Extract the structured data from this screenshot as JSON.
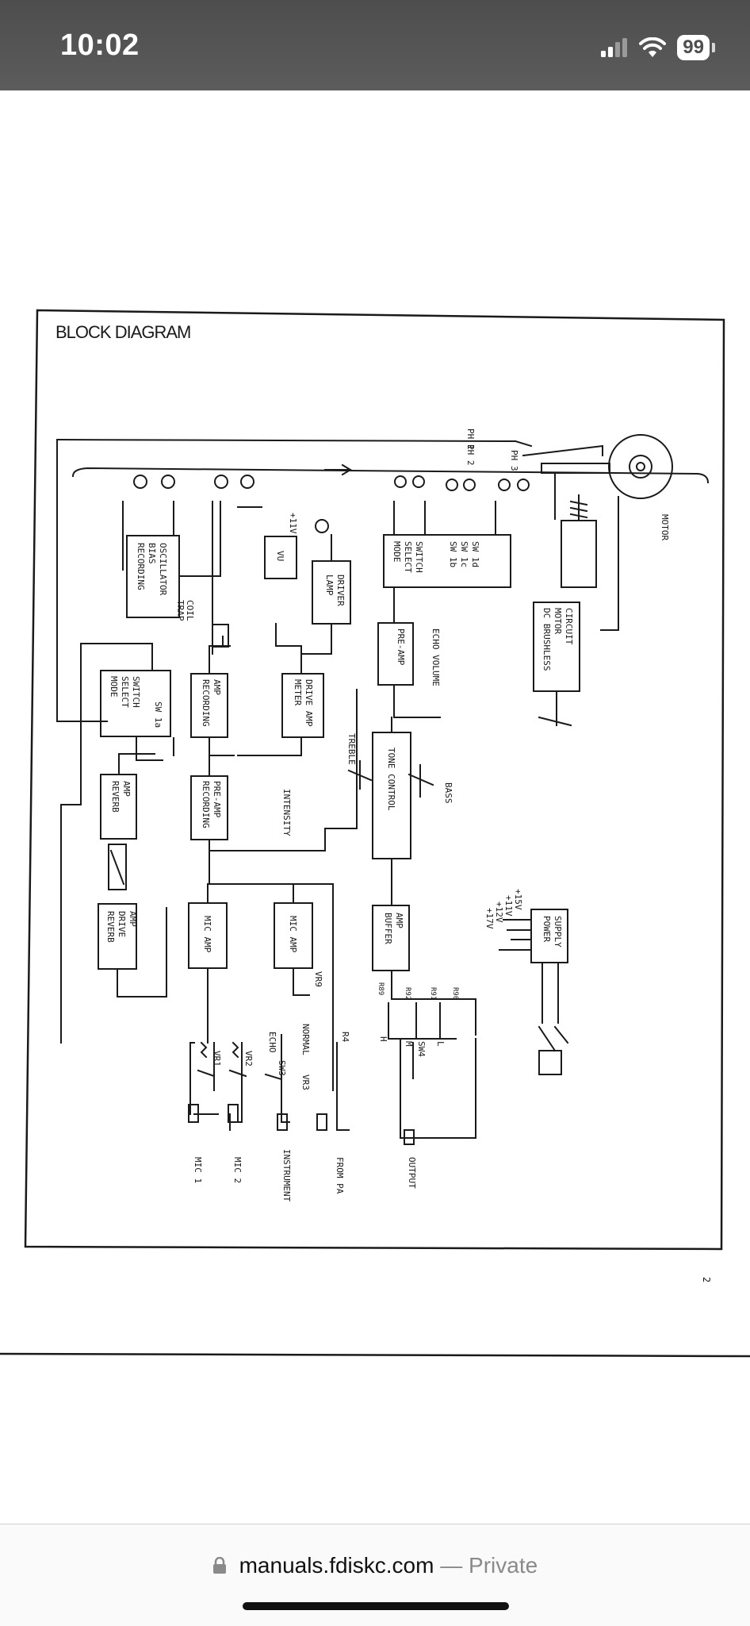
{
  "status_bar": {
    "time": "10:02",
    "battery": "99"
  },
  "document": {
    "title": "BLOCK DIAGRAM",
    "page_number": "2",
    "blocks": {
      "recording_bias_oscillator": [
        "RECORDING",
        "BIAS",
        "OSCILLATOR"
      ],
      "mode_select_switch_1a": [
        "MODE",
        "SELECT",
        "SWITCH"
      ],
      "sw1a": "SW 1a",
      "recording_amp": [
        "RECORDING",
        "AMP"
      ],
      "meter_drive_amp": [
        "METER",
        "DRIVE AMP"
      ],
      "lamp_driver": [
        "LAMP",
        "DRIVER"
      ],
      "vu": "VU",
      "mode_select_switch_main": [
        "MODE",
        "SELECT",
        "SWITCH"
      ],
      "sw_main": [
        "SW 1b",
        "SW 1c",
        "SW 1d"
      ],
      "pre_amp": "PRE-AMP",
      "dc_brushless": [
        "DC BRUSHLESS",
        "MOTOR",
        "CIRCUIT"
      ],
      "reverb_amp": [
        "REVERB",
        "AMP"
      ],
      "recording_pre_amp": [
        "RECORDING",
        "PRE-AMP"
      ],
      "tone_control": "TONE CONTROL",
      "reverb_drive_amp": [
        "REVERB",
        "DRIVE",
        "AMP"
      ],
      "mic_amp_1": "MIC AMP",
      "mic_amp_2": "MIC AMP",
      "buffer_amp": [
        "BUFFER",
        "AMP"
      ],
      "power_supply": [
        "POWER",
        "SUPPLY"
      ]
    },
    "labels": {
      "ph1": "PH 1",
      "ph2": "PH 2",
      "ph3": "PH 3",
      "motor": "MOTOR",
      "plus11v": "+11V",
      "trap_coil": [
        "TRAP",
        "COIL"
      ],
      "echo_volume": "ECHO VOLUME",
      "treble": "TREBLE",
      "bass": "BASS",
      "intensity": "INTENSITY",
      "vr9": "VR9",
      "vr1": "VR1",
      "vr2": "VR2",
      "vr3": "VR3",
      "echo": "ECHO",
      "normal": "NORMAL",
      "sw3": "SW3",
      "r89": "R89",
      "r92": "R92",
      "r91": "R91",
      "r90": "R90",
      "h": "H",
      "m": "M",
      "l": "L",
      "sw4": "SW4",
      "rx": "R4",
      "supply_voltages": [
        "+17V",
        "+12V",
        "+11V",
        "+15V"
      ],
      "mic1": "MIC 1",
      "mic2": "MIC 2",
      "instrument": "INSTRUMENT",
      "from_pa": "FROM PA",
      "output": "OUTPUT"
    }
  },
  "browser": {
    "url": "manuals.fdiskc.com",
    "privacy": "— Private"
  }
}
